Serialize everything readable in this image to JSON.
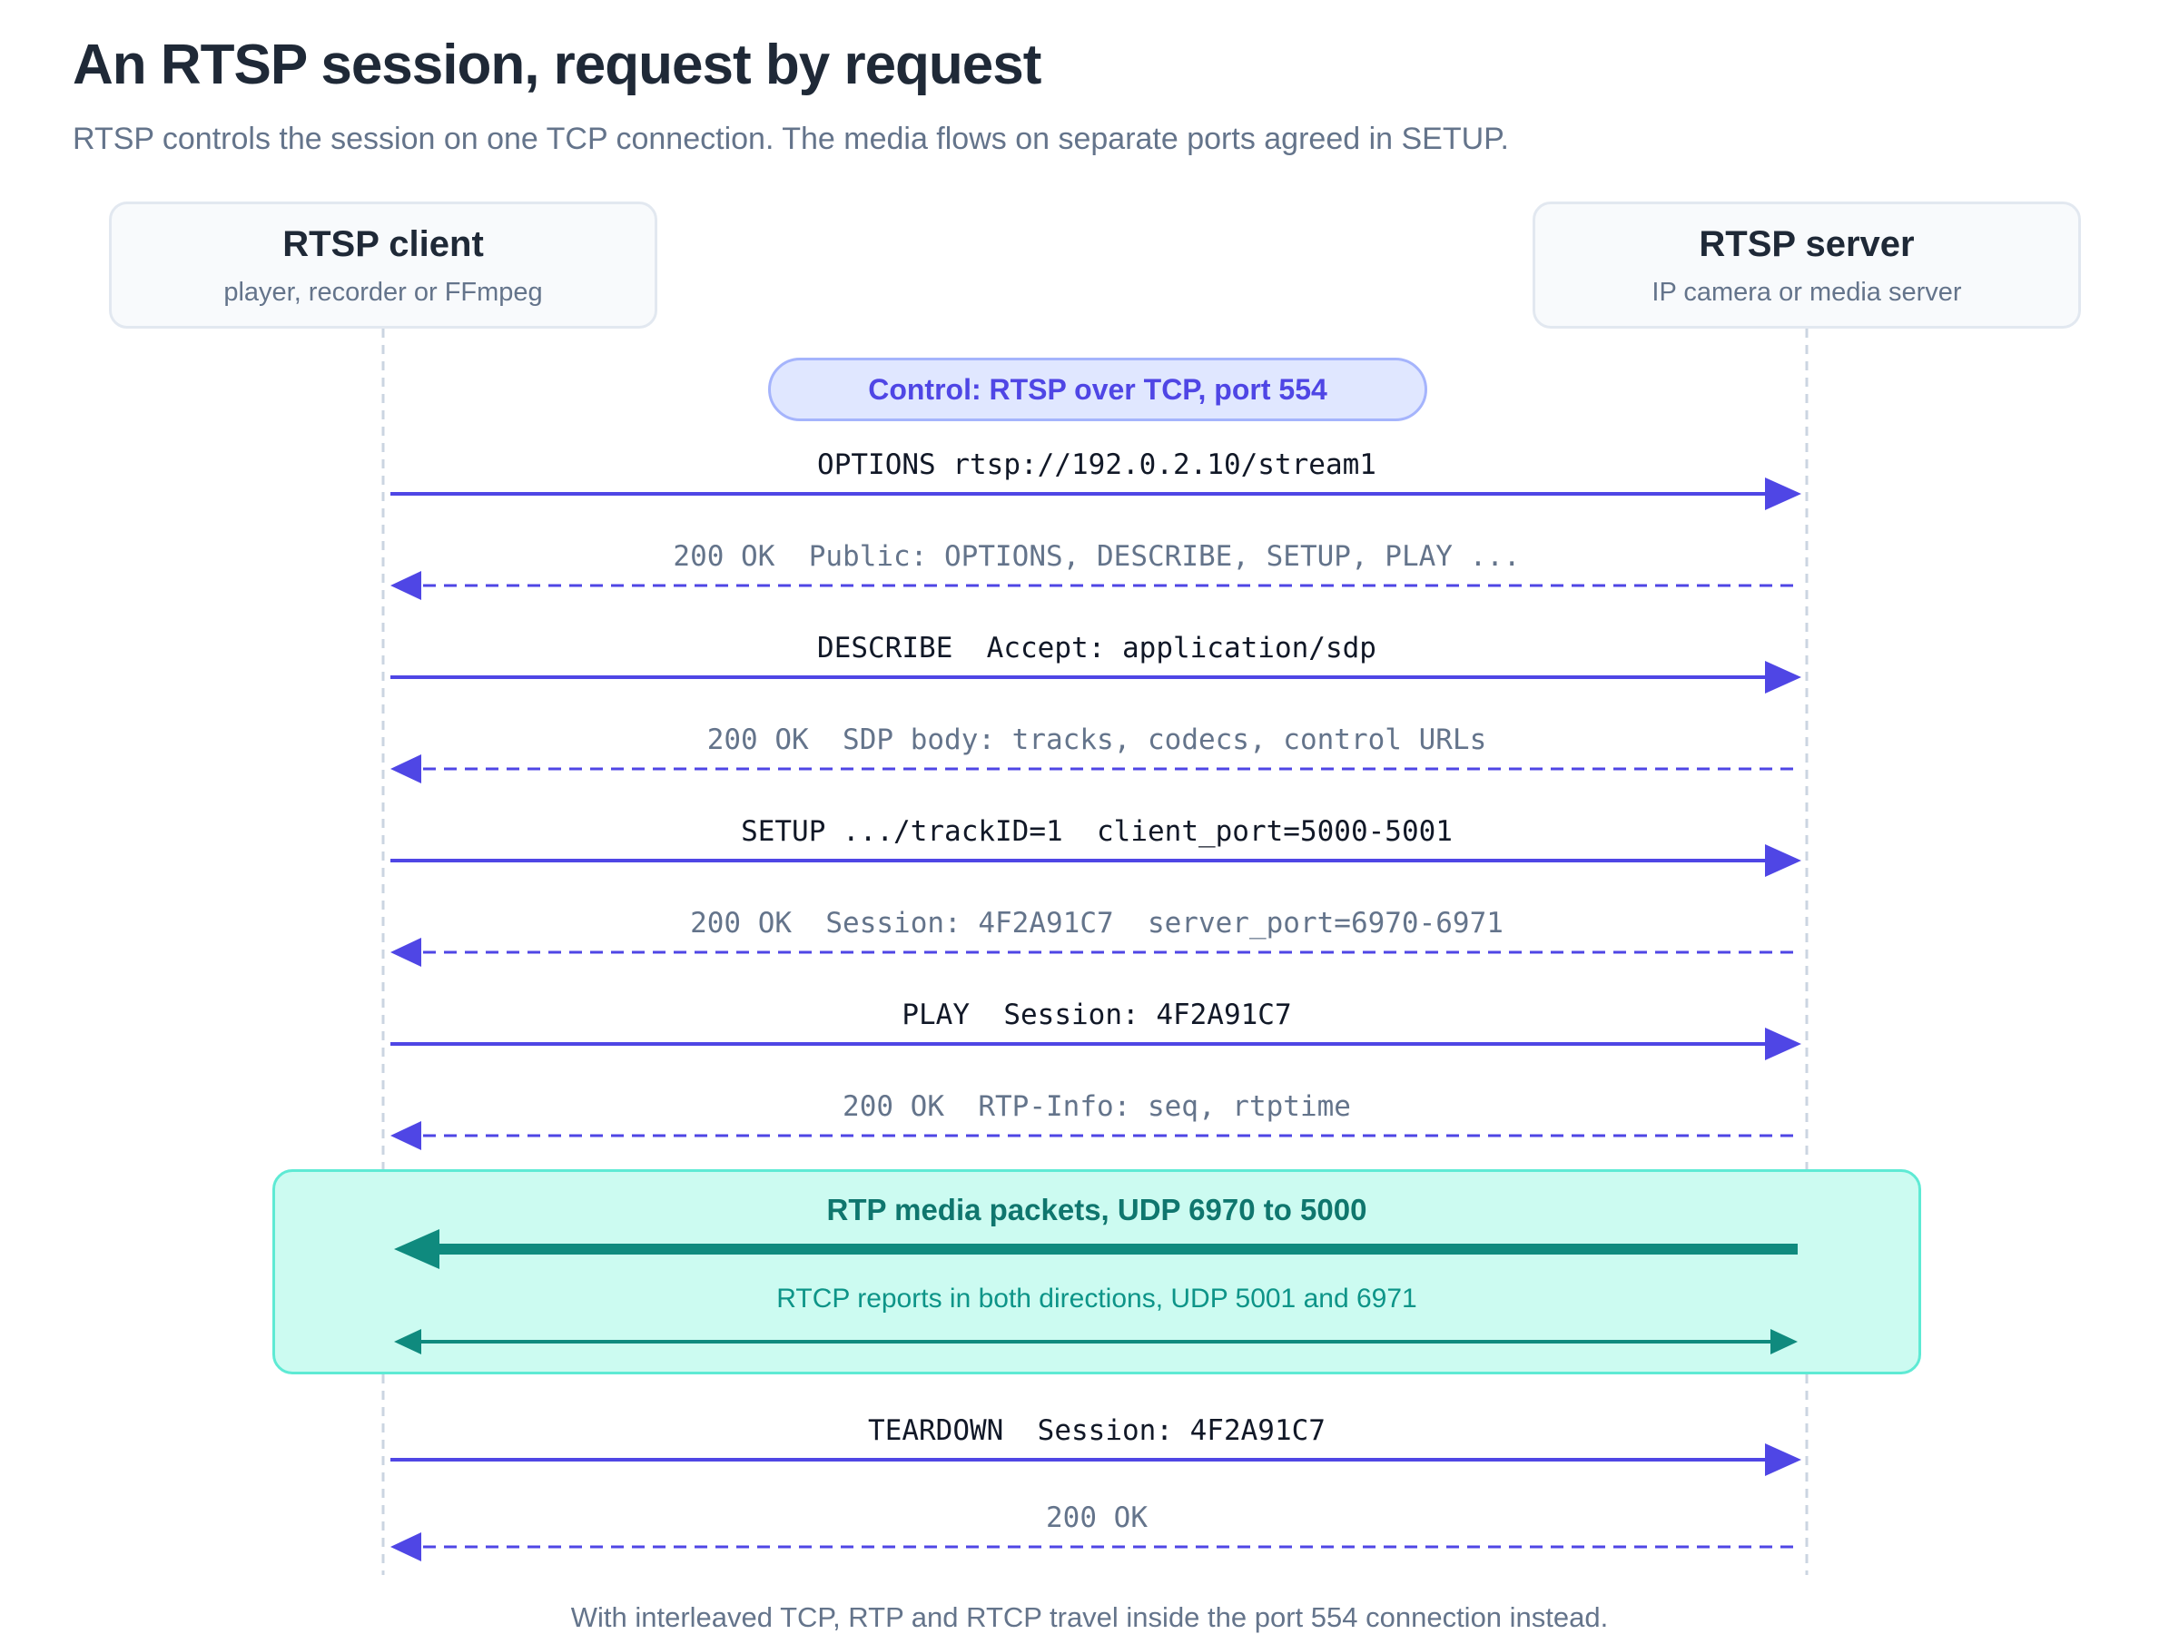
{
  "title": "An RTSP session, request by request",
  "subtitle": "RTSP controls the session on one TCP connection. The media flows on separate ports agreed in SETUP.",
  "client": {
    "name": "RTSP client",
    "role": "player, recorder or FFmpeg"
  },
  "server": {
    "name": "RTSP server",
    "role": "IP camera or media server"
  },
  "control_label": "Control: RTSP over TCP, port 554",
  "messages": [
    {
      "text": "OPTIONS rtsp://192.0.2.10/stream1",
      "direction": "to-server",
      "kind": "request"
    },
    {
      "text": "200 OK  Public: OPTIONS, DESCRIBE, SETUP, PLAY ...",
      "direction": "to-client",
      "kind": "response"
    },
    {
      "text": "DESCRIBE  Accept: application/sdp",
      "direction": "to-server",
      "kind": "request"
    },
    {
      "text": "200 OK  SDP body: tracks, codecs, control URLs",
      "direction": "to-client",
      "kind": "response"
    },
    {
      "text": "SETUP .../trackID=1  client_port=5000-5001",
      "direction": "to-server",
      "kind": "request"
    },
    {
      "text": "200 OK  Session: 4F2A91C7  server_port=6970-6971",
      "direction": "to-client",
      "kind": "response"
    },
    {
      "text": "PLAY  Session: 4F2A91C7",
      "direction": "to-server",
      "kind": "request"
    },
    {
      "text": "200 OK  RTP-Info: seq, rtptime",
      "direction": "to-client",
      "kind": "response"
    }
  ],
  "media": {
    "rtp_label": "RTP media packets, UDP 6970 to 5000",
    "rtcp_label": "RTCP reports in both directions, UDP 5001 and 6971"
  },
  "teardown": [
    {
      "text": "TEARDOWN  Session: 4F2A91C7",
      "direction": "to-server",
      "kind": "request"
    },
    {
      "text": "200 OK",
      "direction": "to-client",
      "kind": "response"
    }
  ],
  "footnote": "With interleaved TCP, RTP and RTCP travel inside the port 554 connection instead.",
  "colors": {
    "request": "#4f46e5",
    "media": "#0f8a7e",
    "lifeline": "#cbd5e1"
  }
}
